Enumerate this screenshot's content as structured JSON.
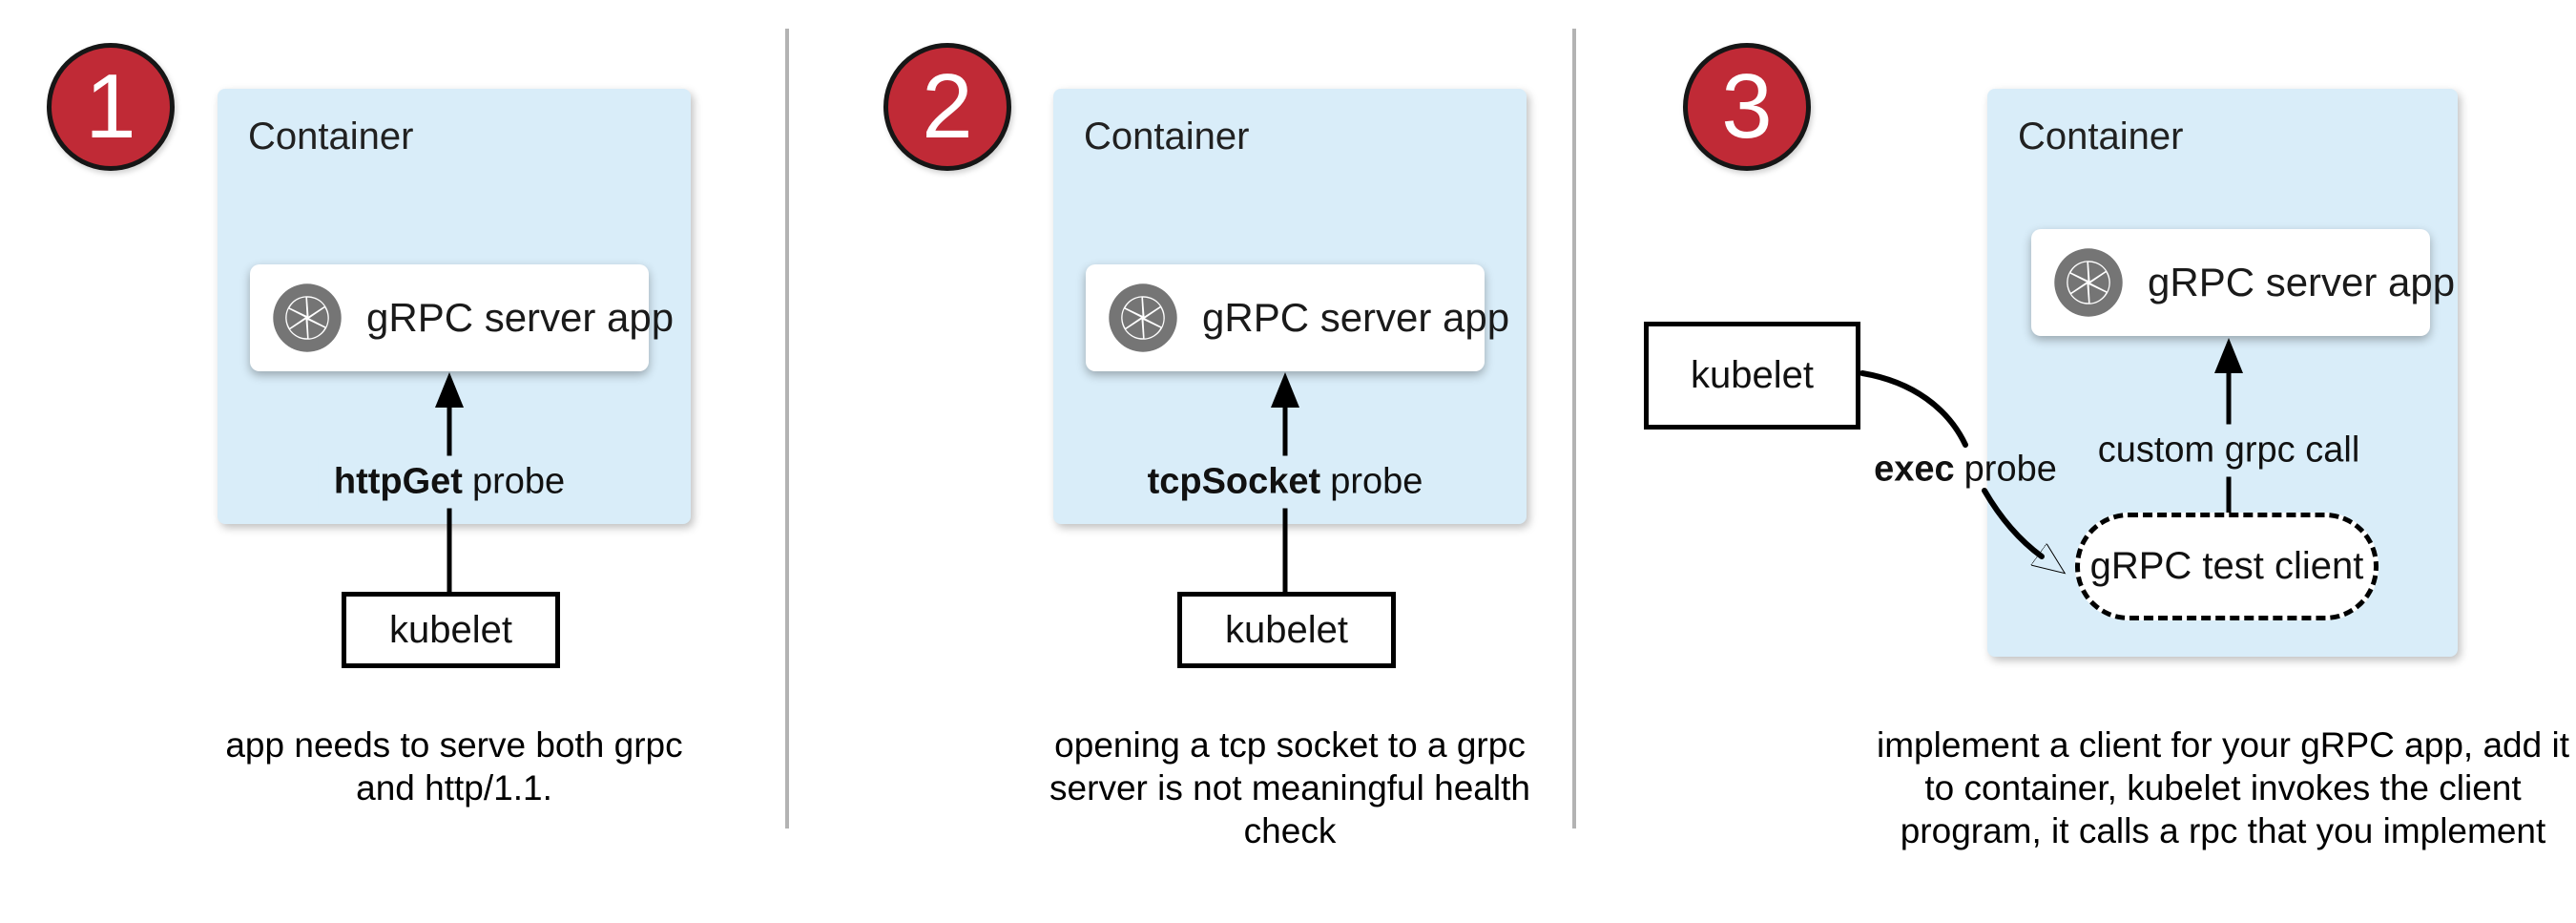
{
  "colors": {
    "accent_red": "#c02a36",
    "container_blue": "#d9edf9",
    "icon_gray": "#757575",
    "divider_gray": "#b3b3b3"
  },
  "panels": [
    {
      "badge": "1",
      "container_label": "Container",
      "app_icon": "aperture-icon",
      "app_label": "gRPC server app",
      "probe_label": {
        "bold": "httpGet",
        "rest": "probe"
      },
      "kubelet_label": "kubelet",
      "caption_lines": [
        "app needs to serve both grpc",
        "and http/1.1."
      ]
    },
    {
      "badge": "2",
      "container_label": "Container",
      "app_icon": "aperture-icon",
      "app_label": "gRPC server app",
      "probe_label": {
        "bold": "tcpSocket",
        "rest": "probe"
      },
      "kubelet_label": "kubelet",
      "caption_lines": [
        "opening a tcp socket to a grpc",
        "server is not meaningful health",
        "check"
      ]
    },
    {
      "badge": "3",
      "container_label": "Container",
      "app_icon": "aperture-icon",
      "app_label": "gRPC server app",
      "probe_label": {
        "bold": "exec",
        "rest": "probe"
      },
      "custom_call_label": "custom grpc call",
      "test_client_label": "gRPC test client",
      "kubelet_label": "kubelet",
      "caption_lines": [
        "implement a client for your gRPC app, add it",
        "to container, kubelet invokes the client",
        "program, it calls a rpc that you implement"
      ]
    }
  ]
}
